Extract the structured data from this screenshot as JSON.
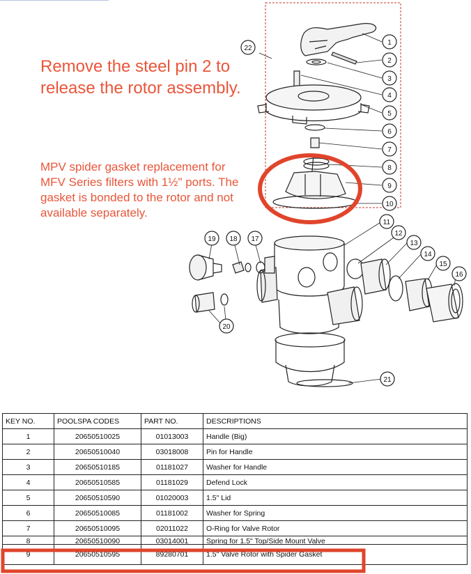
{
  "annotation_1": "Remove the steel pin 2 to release the rotor assembly.",
  "annotation_2": "MPV spider gasket replacement for MFV Series filters with 1½\" ports. The gasket is bonded to the rotor and not available separately.",
  "callouts": [
    "1",
    "2",
    "3",
    "4",
    "5",
    "6",
    "7",
    "8",
    "9",
    "10",
    "11",
    "12",
    "13",
    "14",
    "15",
    "16",
    "17",
    "18",
    "19",
    "20",
    "21",
    "22"
  ],
  "colors": {
    "annotation": "#e8563a",
    "highlight": "#e0452c",
    "dashed_box": "#c0392b"
  },
  "table": {
    "headers": [
      "KEY NO.",
      "POOLSPA CODES",
      "PART NO.",
      "DESCRIPTIONS"
    ],
    "rows": [
      [
        "1",
        "20650510025",
        "01013003",
        "Handle (Big)"
      ],
      [
        "2",
        "20650510040",
        "03018008",
        "Pin for Handle"
      ],
      [
        "3",
        "20650510185",
        "01181027",
        "Washer for Handle"
      ],
      [
        "4",
        "20650510585",
        "01181029",
        "Defend Lock"
      ],
      [
        "5",
        "20650510590",
        "01020003",
        "1.5\" Lid"
      ],
      [
        "6",
        "20650510085",
        "01181002",
        "Washer for Spring"
      ],
      [
        "7",
        "20650510095",
        "02011022",
        "O-Ring for Valve Rotor"
      ],
      [
        "8",
        "20650510090",
        "03014001",
        "Spring for 1.5\" Top/Side Mount Valve"
      ],
      [
        "9",
        "20650510595",
        "89280701",
        "1.5\" Valve Rotor with Spider Gasket"
      ]
    ]
  }
}
